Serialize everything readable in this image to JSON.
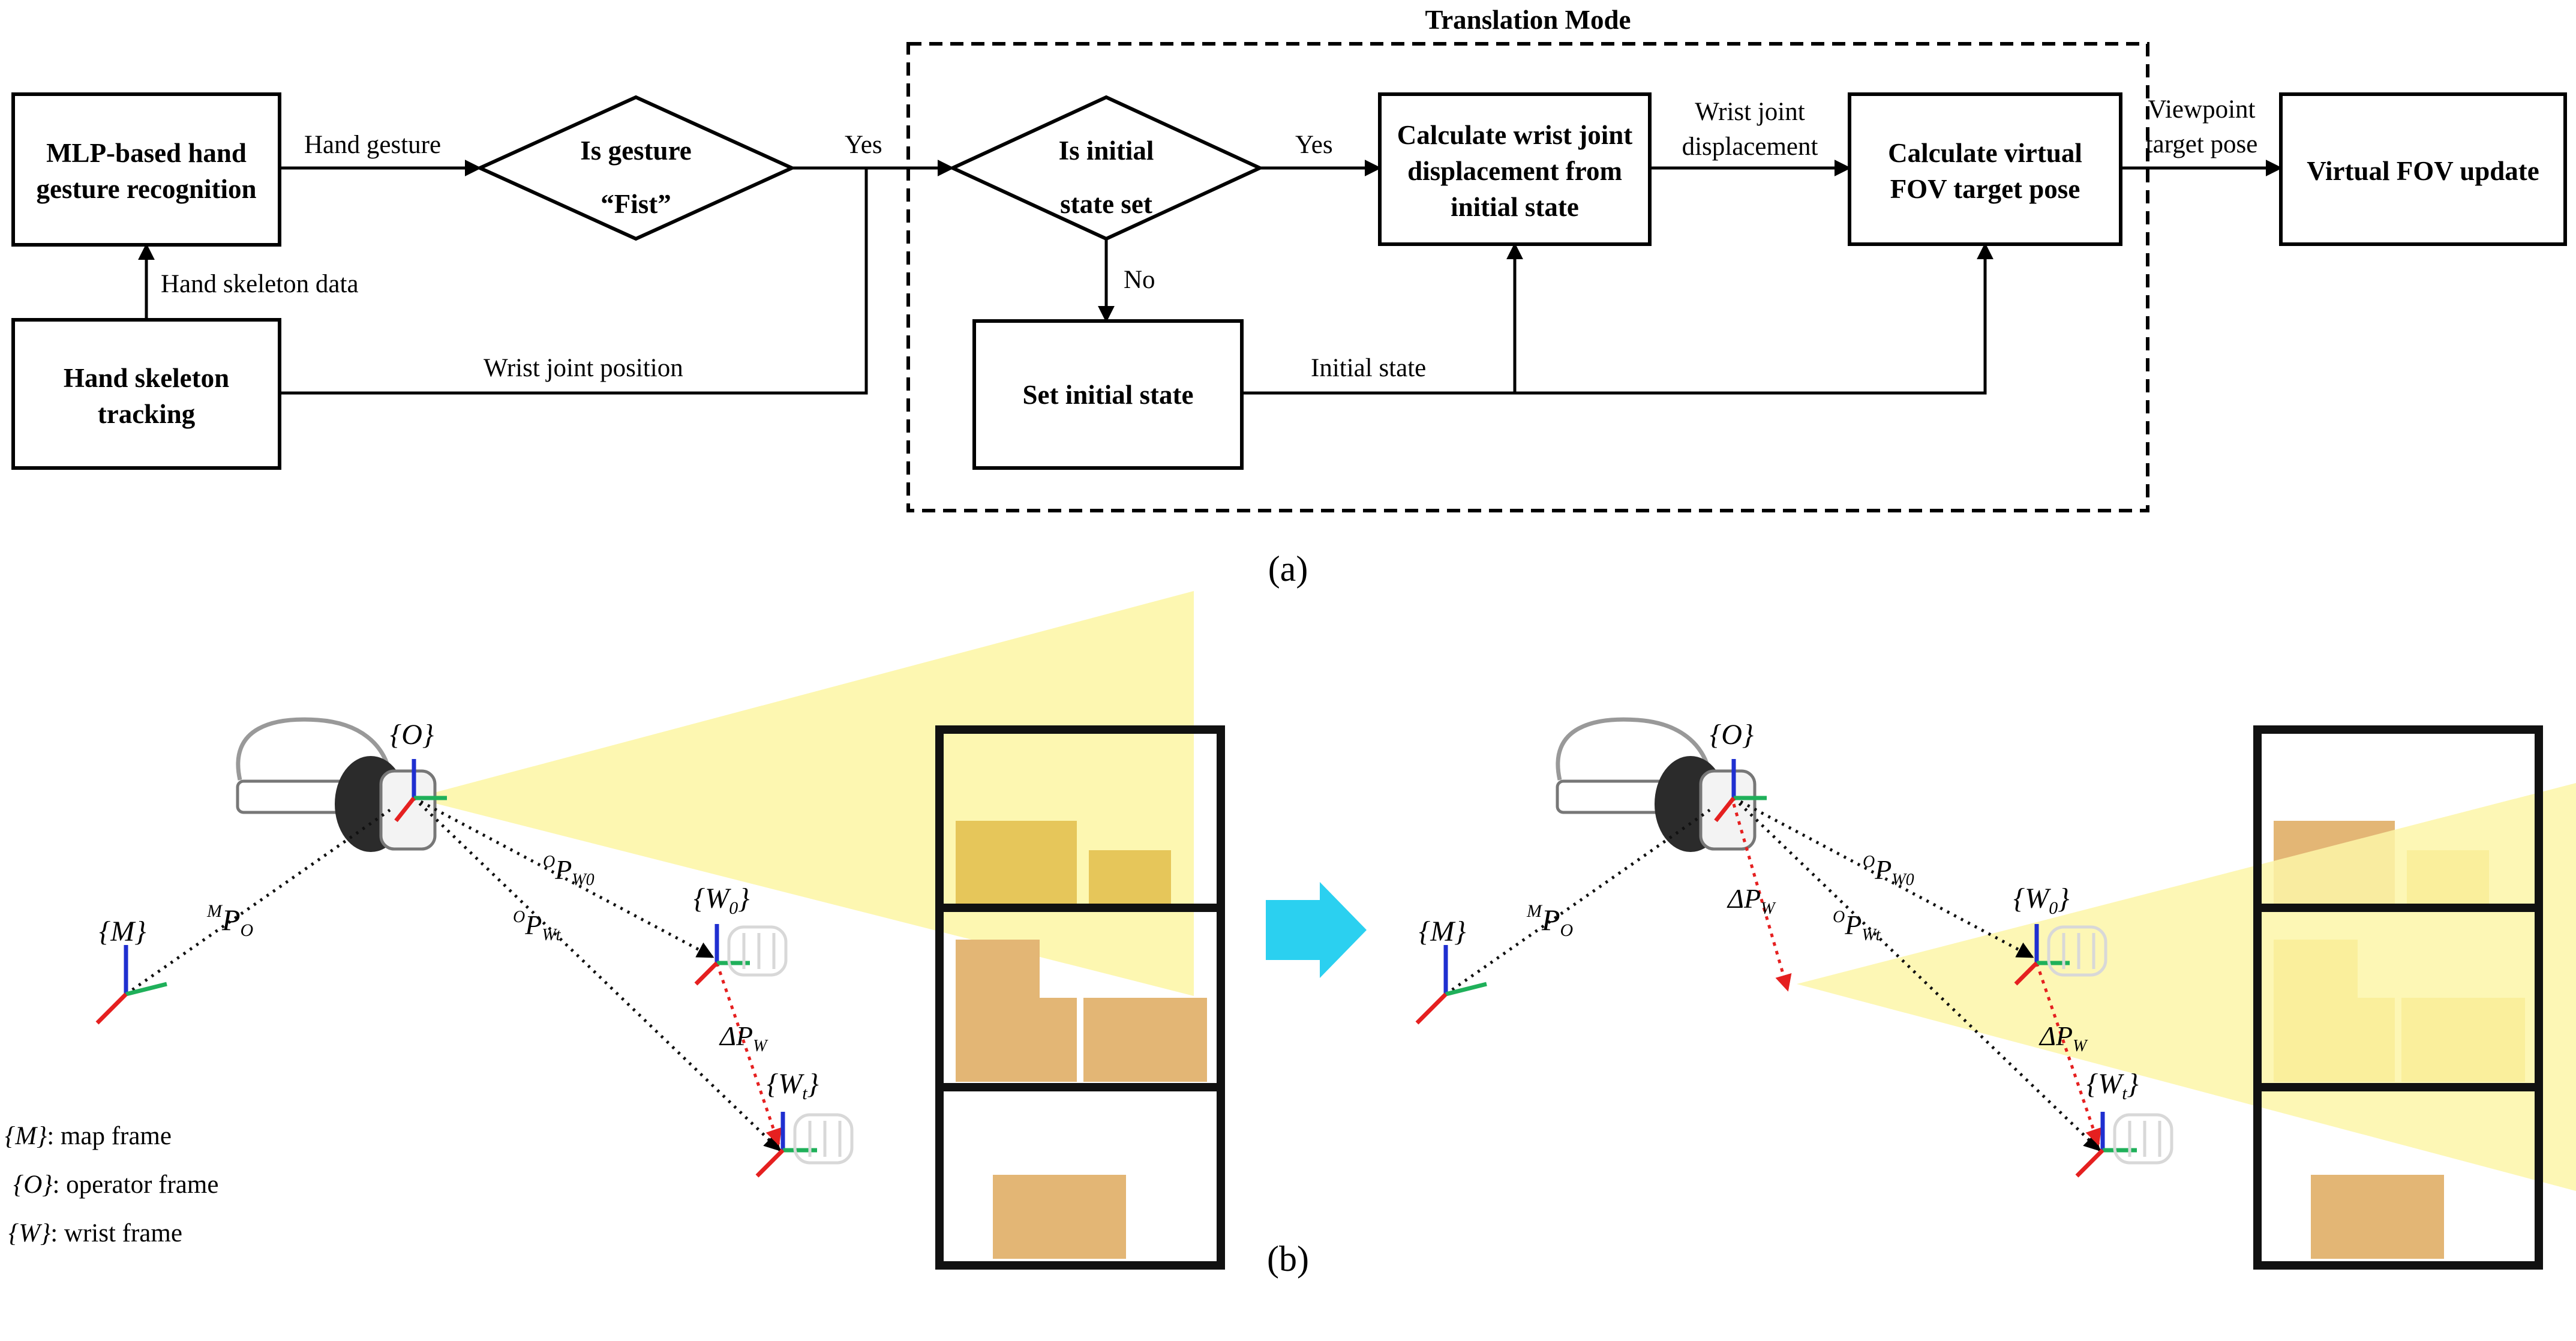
{
  "part_a": {
    "caption": "(a)",
    "translation_mode_label": "Translation Mode",
    "boxes": {
      "mlp": [
        "MLP-based hand",
        "gesture recognition"
      ],
      "tracking": [
        "Hand skeleton",
        "tracking"
      ],
      "is_fist": [
        "Is gesture",
        "“Fist”"
      ],
      "is_initial": [
        "Is initial",
        "state set"
      ],
      "set_initial": [
        "Set initial state"
      ],
      "calc_wrist": [
        "Calculate wrist joint",
        "displacement from",
        "initial state"
      ],
      "calc_fov": [
        "Calculate virtual",
        "FOV target pose"
      ],
      "fov_update": [
        "Virtual FOV update"
      ]
    },
    "edge_labels": {
      "hand_gesture": "Hand gesture",
      "hand_skeleton_data": "Hand skeleton data",
      "wrist_joint_position": "Wrist joint position",
      "yes_1": "Yes",
      "yes_2": "Yes",
      "no": "No",
      "wrist_joint_displacement": [
        "Wrist joint",
        "displacement"
      ],
      "initial_state": "Initial state",
      "viewpoint_target_pose": [
        "Viewpoint",
        "target pose"
      ]
    }
  },
  "part_b": {
    "caption": "(b)",
    "frames": {
      "M": "{M}",
      "O": "{O}",
      "W0": "{W0}",
      "Wt": "{Wt}"
    },
    "vectors": {
      "MPO": "MPO",
      "OPW0": "OPW0",
      "OPWt": "OPWt",
      "dPW": "ΔPW"
    },
    "legend": [
      {
        "symbol": "{M}",
        "text": ": map frame"
      },
      {
        "symbol": "{O}",
        "text": ": operator frame"
      },
      {
        "symbol": "{W}",
        "text": ": wrist frame"
      }
    ],
    "colors": {
      "fov": "#fdf6a8",
      "box": "#e3b675",
      "box_highlight": "#e6c65a",
      "arrow": "#2bd0f0",
      "axis_x": "#e52020",
      "axis_y": "#1fb05a",
      "axis_z": "#1f2fd0",
      "delta": "#e52020"
    }
  }
}
